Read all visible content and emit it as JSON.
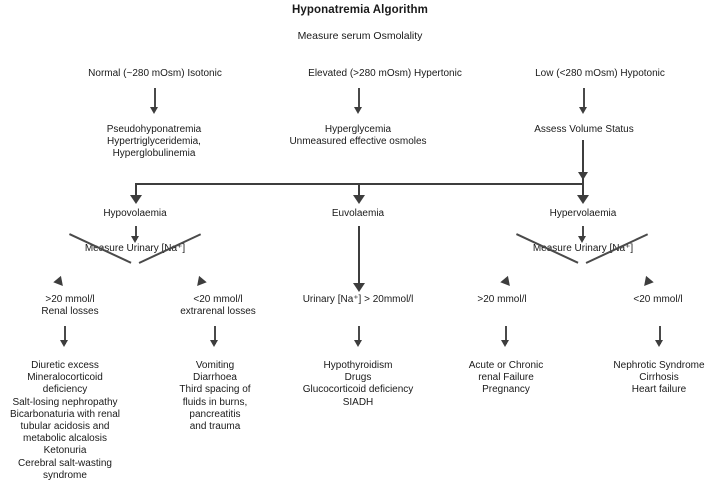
{
  "header": {
    "title": "Hyponatremia Algorithm",
    "subtitle": "Measure serum Osmolality"
  },
  "osmolality_branches": [
    {
      "label": "Normal (~280 mOsm) Isotonic"
    },
    {
      "label": "Elevated (>280 mOsm) Hypertonic"
    },
    {
      "label": "Low (<280 mOsm) Hypotonic"
    }
  ],
  "osmolality_results": [
    {
      "label": "Pseudohyponatremia\nHypertriglyceridemia,\nHyperglobulinemia"
    },
    {
      "label": "Hyperglycemia\nUnmeasured effective osmoles"
    },
    {
      "label": "Assess Volume Status"
    }
  ],
  "volume_status": [
    {
      "label": "Hypovolaemia"
    },
    {
      "label": "Euvolaemia"
    },
    {
      "label": "Hypervolaemia"
    }
  ],
  "urinary_tests": [
    {
      "label": "Measure Urinary [Na⁺]"
    },
    {
      "label": "Measure Urinary [Na⁺]"
    }
  ],
  "thresholds": [
    {
      "label": ">20 mmol/l\nRenal losses"
    },
    {
      "label": "<20 mmol/l\nextrarenal losses"
    },
    {
      "label": "Urinary [Na⁺] > 20mmol/l"
    },
    {
      "label": ">20 mmol/l"
    },
    {
      "label": "<20 mmol/l"
    }
  ],
  "outcomes": [
    {
      "label": "Diuretic excess\nMineralocorticoid\ndeficiency\nSalt-losing nephropathy\nBicarbonaturia with renal\ntubular acidosis and\nmetabolic alcalosis\nKetonuria\nCerebral salt-wasting\nsyndrome"
    },
    {
      "label": "Vomiting\nDiarrhoea\nThird spacing of\nfluids in burns,\npancreatitis\nand trauma"
    },
    {
      "label": "Hypothyroidism\nDrugs\nGlucocorticoid deficiency\nSIADH"
    },
    {
      "label": "Acute or Chronic\nrenal Failure\nPregnancy"
    },
    {
      "label": "Nephrotic Syndrome\nCirrhosis\nHeart failure"
    }
  ],
  "colors": {
    "line": "#4a4a4a",
    "arrow": "#3d3d3d",
    "text": "#1a1a1a",
    "background": "#ffffff"
  }
}
